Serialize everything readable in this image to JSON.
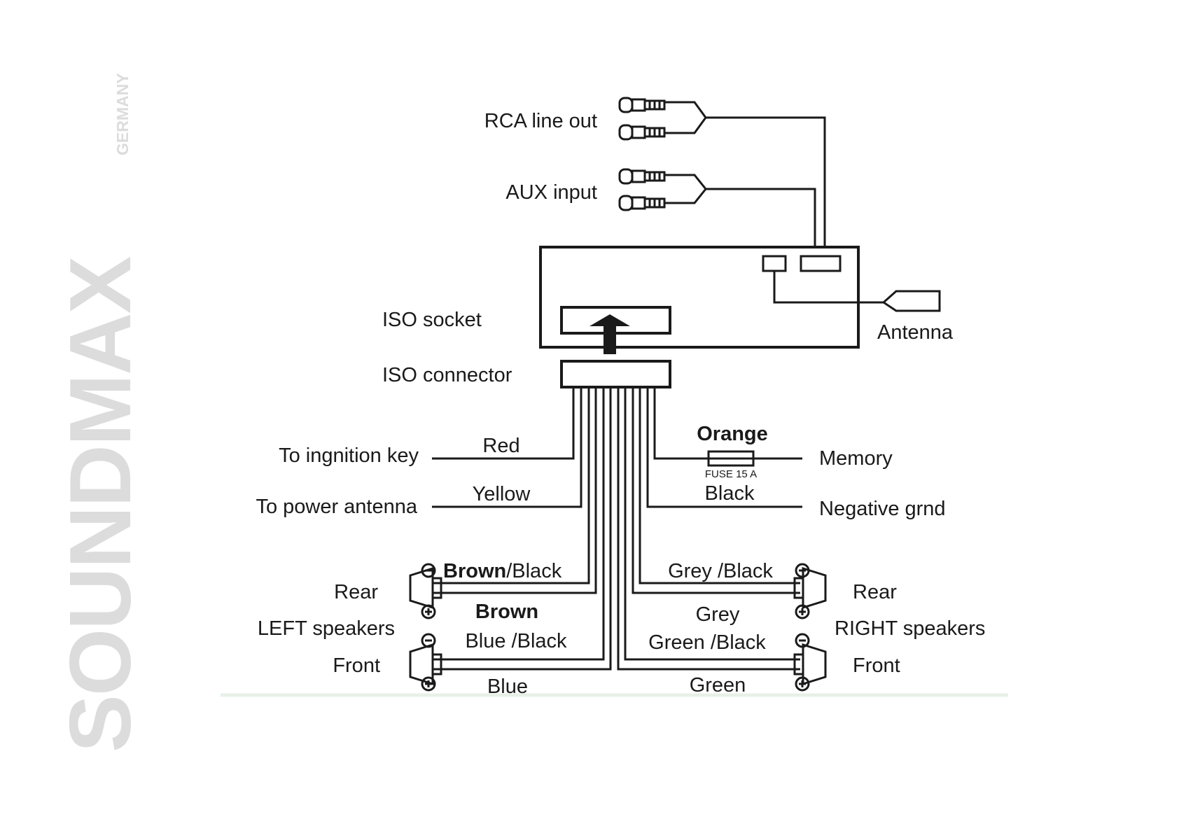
{
  "brand": {
    "name": "SOUNDMAX",
    "sub": "GERMANY"
  },
  "labels": {
    "rca_line_out": "RCA line out",
    "aux_input": "AUX input",
    "iso_socket": "ISO socket",
    "iso_connector": "ISO connector",
    "antenna": "Antenna",
    "to_ignition": "To ingnition key",
    "to_power_antenna": "To power antenna",
    "memory": "Memory",
    "negative": "Negative grnd",
    "left_rear": "Rear",
    "left_speakers": "LEFT speakers",
    "left_front": "Front",
    "right_rear": "Rear",
    "right_speakers": "RIGHT speakers",
    "right_front": "Front"
  },
  "wires": {
    "red": "Red",
    "yellow": "Yellow",
    "orange": "Orange",
    "fuse": "FUSE 15 A",
    "black": "Black",
    "brown_black_1": "Brown",
    "brown_black_2": "/Black",
    "brown": "Brown",
    "blue_black": "Blue /Black",
    "blue": "Blue",
    "grey_black": "Grey /Black",
    "grey": "Grey",
    "green_black": "Green /Black",
    "green": "Green"
  },
  "colors": {
    "ink": "#1a1a1a",
    "watermark": "#dcdcdc"
  }
}
